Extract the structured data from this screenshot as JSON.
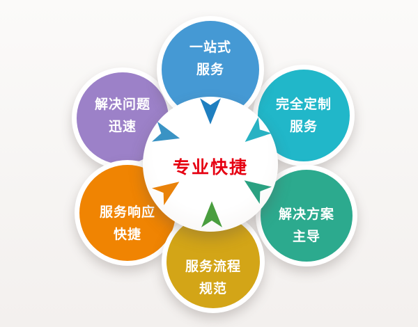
{
  "diagram": {
    "center": {
      "label": "专业快捷",
      "text_color": "#e60012"
    },
    "petals": [
      {
        "id": "one-stop-service",
        "line1": "一站式",
        "line2": "服务",
        "color": "#4599d4"
      },
      {
        "id": "fully-customized",
        "line1": "完全定制",
        "line2": "服务",
        "color": "#21b7c9"
      },
      {
        "id": "solution-led",
        "line1": "解决方案",
        "line2": "主导",
        "color": "#2caa8e"
      },
      {
        "id": "standard-process",
        "line1": "服务流程",
        "line2": "规范",
        "color": "#d3a517"
      },
      {
        "id": "fast-response",
        "line1": "服务响应",
        "line2": "快捷",
        "color": "#f08402"
      },
      {
        "id": "quick-solving",
        "line1": "解决问题",
        "line2": "迅速",
        "color": "#9c81c8"
      }
    ],
    "arrows": [
      {
        "name": "arrow-from-top",
        "color": "#1f7fc0"
      },
      {
        "name": "arrow-from-top-right",
        "color": "#28b2c3"
      },
      {
        "name": "arrow-from-bottom-right",
        "color": "#2aa181"
      },
      {
        "name": "arrow-from-bottom",
        "color": "#4a9e3f"
      },
      {
        "name": "arrow-from-bottom-left",
        "color": "#e9820a"
      },
      {
        "name": "arrow-from-top-left",
        "color": "#3a93c4"
      }
    ]
  }
}
